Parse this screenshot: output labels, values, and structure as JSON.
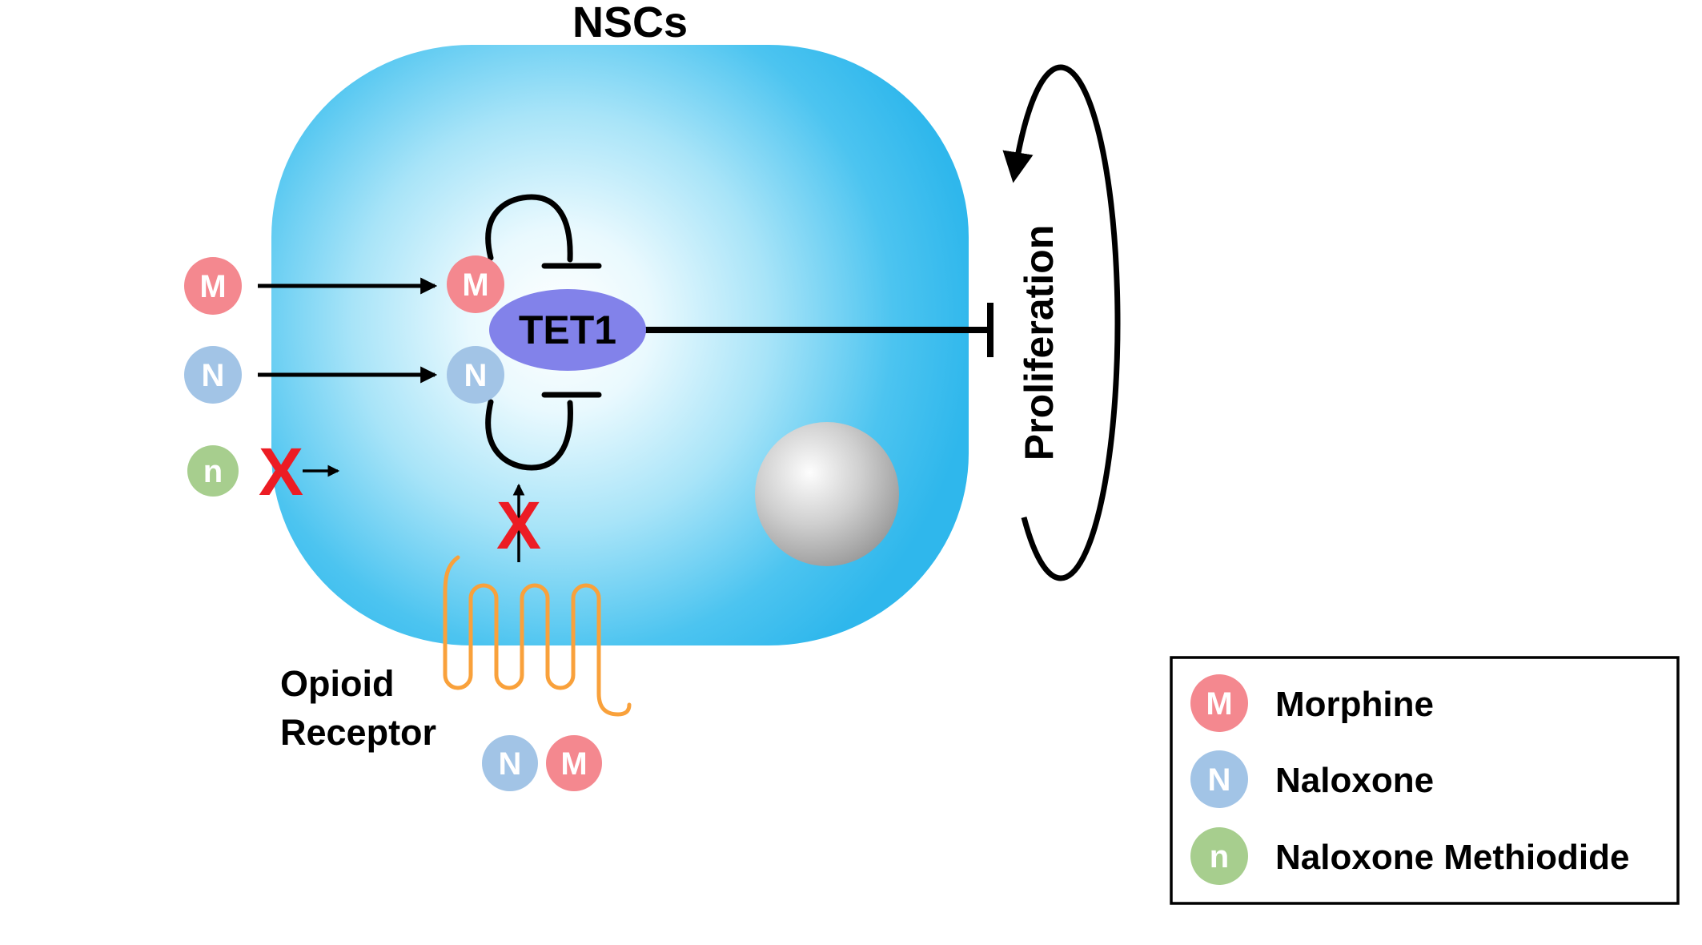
{
  "title": "NSCs",
  "tet1_label": "TET1",
  "proliferation_label": "Proliferation",
  "opioid_receptor": {
    "line1": "Opioid",
    "line2": "Receptor"
  },
  "block_symbol": "X",
  "molecules": {
    "morphine": {
      "symbol": "M",
      "name": "Morphine"
    },
    "naloxone": {
      "symbol": "N",
      "name": "Naloxone"
    },
    "naloxone_methiodide": {
      "symbol": "n",
      "name": "Naloxone Methiodide"
    }
  },
  "colors": {
    "cell_fill_edge": "#2FB7EC",
    "morphine": "#F4888F",
    "naloxone": "#A2C4E6",
    "naloxone_methiodide": "#A7CE8E",
    "tet1_fill": "#8282EA",
    "receptor_stroke": "#F9A13B",
    "block_x": "#EC1C24",
    "nucleus_gray": "#8A8A8A"
  },
  "legend": {
    "items": [
      {
        "symbol": "M",
        "label": "Morphine"
      },
      {
        "symbol": "N",
        "label": "Naloxone"
      },
      {
        "symbol": "n",
        "label": "Naloxone Methiodide"
      }
    ]
  }
}
